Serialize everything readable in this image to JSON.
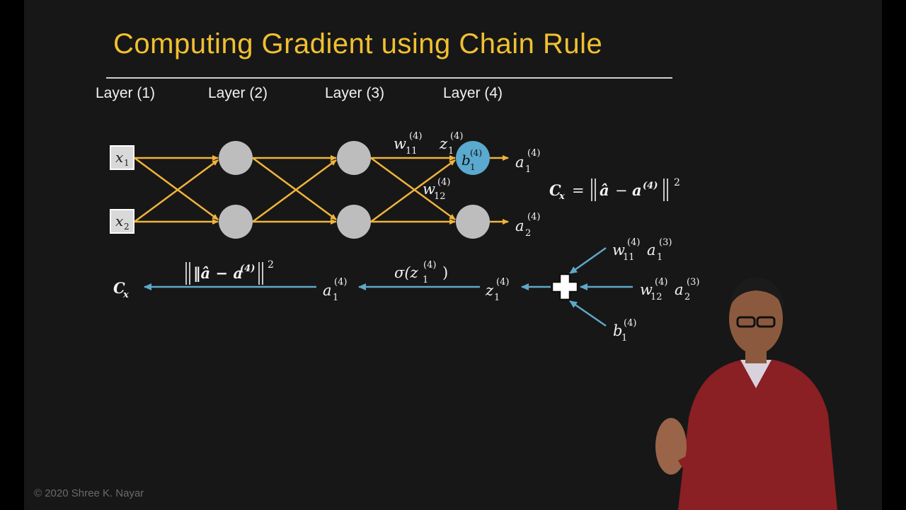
{
  "slide": {
    "title": "Computing Gradient using Chain Rule",
    "copyright": "© 2020 Shree K. Nayar",
    "layers": [
      "Layer (1)",
      "Layer (2)",
      "Layer (3)",
      "Layer (4)"
    ]
  },
  "network": {
    "inputs": [
      "x",
      "x"
    ],
    "input_subscripts": [
      "1",
      "2"
    ],
    "weight_labels": {
      "w11": "w",
      "w11_sub": "11",
      "w11_sup": "(4)",
      "w12": "w",
      "w12_sub": "12",
      "w12_sup": "(4)"
    },
    "z_label": "z",
    "z_sub": "1",
    "z_sup": "(4)",
    "bias_label": "b",
    "bias_sub": "1",
    "bias_sup": "(4)",
    "outputs": [
      "a",
      "a"
    ],
    "output_subscripts": [
      "1",
      "2"
    ],
    "output_sup": "(4)"
  },
  "cost": {
    "lhs": "C",
    "lhs_sub": "x",
    "equals": "=",
    "a_hat": "â",
    "minus": "−",
    "a": "a",
    "sup": "(4)",
    "power": "2"
  },
  "chain": {
    "cost_node": "C",
    "cost_sub": "x",
    "norm_label": "‖â − a",
    "norm_sup": "(4)",
    "norm_end": "‖",
    "norm_power": "2",
    "a_node": "a",
    "a_sub": "1",
    "a_sup": "(4)",
    "sigma_label": "σ(z",
    "sigma_sub": "1",
    "sigma_sup": "(4)",
    "sigma_end": ")",
    "z_node": "z",
    "z_sub": "1",
    "z_sup": "(4)",
    "term1": "w",
    "term1_sub": "11",
    "term1_sup": "(4)",
    "term1_a": "a",
    "term1_a_sub": "1",
    "term1_a_sup": "(3)",
    "term2": "w",
    "term2_sub": "12",
    "term2_sup": "(4)",
    "term2_a": "a",
    "term2_a_sub": "2",
    "term2_a_sup": "(3)",
    "term3": "b",
    "term3_sub": "1",
    "term3_sup": "(4)"
  },
  "colors": {
    "background": "#171717",
    "title": "#f0c030",
    "forward_edge": "#f0b43a",
    "backward_edge": "#5fa8c8",
    "node_gray": "#bdbdbd",
    "node_blue": "#5aa9cf"
  }
}
